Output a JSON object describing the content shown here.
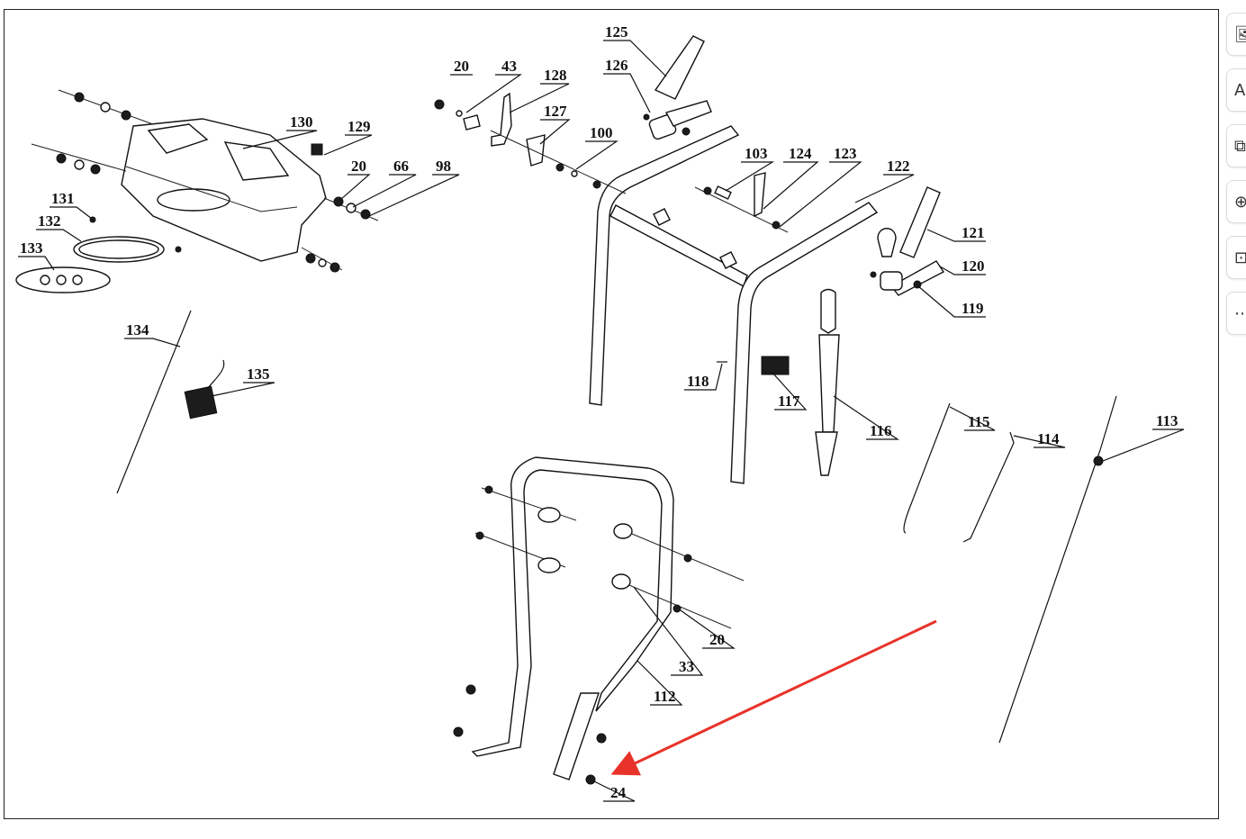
{
  "diagram": {
    "labels": [
      "125",
      "126",
      "20",
      "43",
      "128",
      "127",
      "100",
      "130",
      "129",
      "20",
      "66",
      "98",
      "103",
      "124",
      "123",
      "122",
      "121",
      "120",
      "119",
      "131",
      "132",
      "133",
      "134",
      "135",
      "118",
      "117",
      "116",
      "115",
      "114",
      "113",
      "20",
      "33",
      "112",
      "24"
    ]
  },
  "toolbar": {
    "buttons": [
      {
        "icon": "image-icon",
        "glyph": "🖼"
      },
      {
        "icon": "text-icon",
        "glyph": "A"
      },
      {
        "icon": "crop-icon",
        "glyph": "⧉"
      },
      {
        "icon": "zoom-in-icon",
        "glyph": "⊕"
      },
      {
        "icon": "screenshot-icon",
        "glyph": "⊡"
      },
      {
        "icon": "more-icon",
        "glyph": "⋯"
      }
    ]
  },
  "colors": {
    "arrow": "#e8332a",
    "ink": "#111111"
  }
}
